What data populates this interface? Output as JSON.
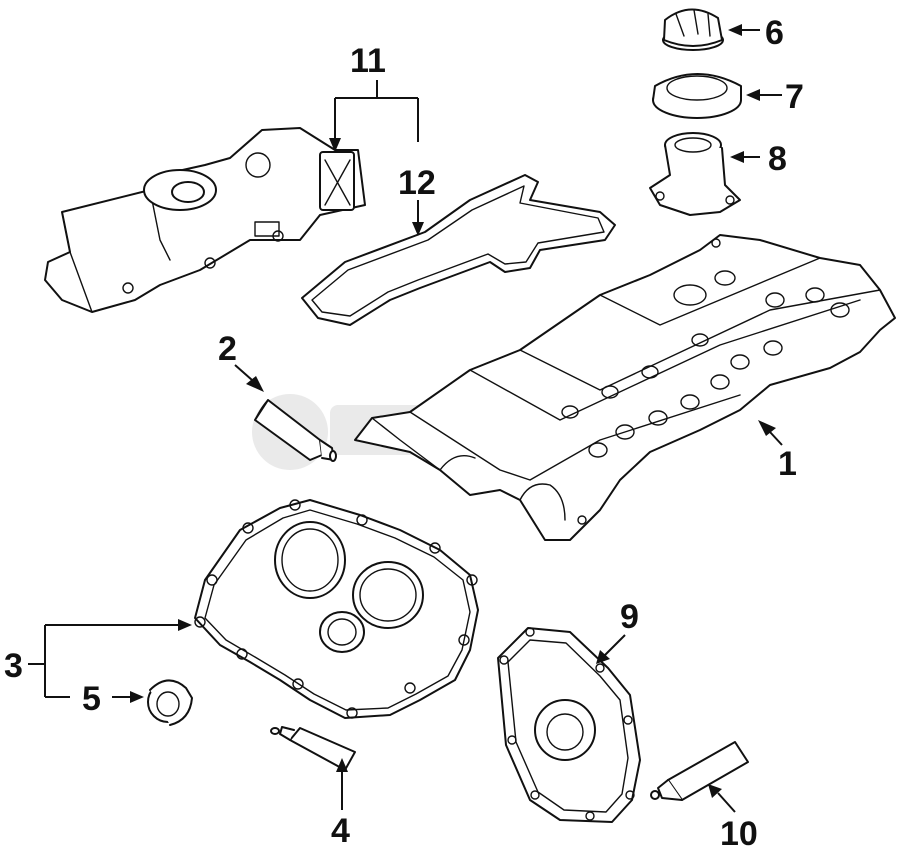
{
  "callouts": {
    "c1": "1",
    "c2": "2",
    "c3": "3",
    "c4": "4",
    "c5": "5",
    "c6": "6",
    "c7": "7",
    "c8": "8",
    "c9": "9",
    "c10": "10",
    "c11": "11",
    "c12": "12"
  },
  "colors": {
    "line": "#111111",
    "background": "#ffffff",
    "watermark": "#d9d9d9"
  }
}
